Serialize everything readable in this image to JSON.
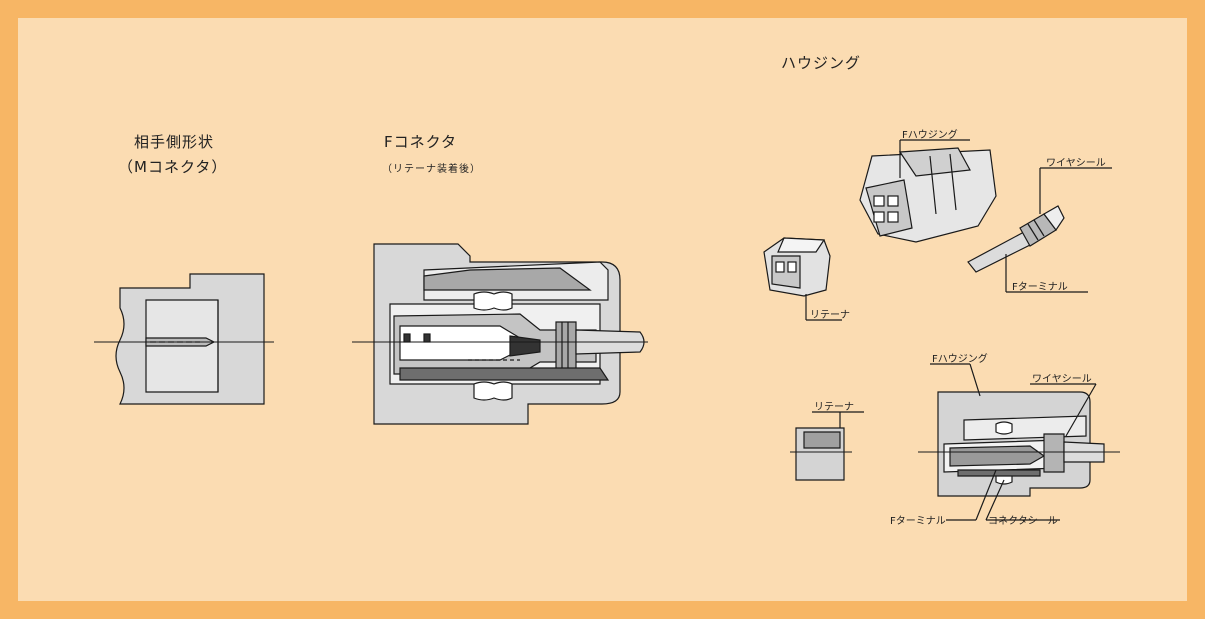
{
  "colors": {
    "frame": "#f7b665",
    "panel": "#fbdcb2",
    "body_gray": "#d8d8d8",
    "mid_gray": "#a8a8a8",
    "dark_gray": "#6e6e6e",
    "line": "#1a1a1a"
  },
  "headings": {
    "housing": "ハウジング",
    "mating_shape_1": "相手側形状",
    "mating_shape_2": "（Mコネクタ）",
    "f_connector": "Fコネクタ",
    "after_retainer": "（リテーナ装着後）"
  },
  "labels": {
    "f_housing_top": "Fハウジング",
    "wire_seal_top": "ワイヤシール",
    "retainer_top": "リテーナ",
    "f_terminal_top": "Fターミナル",
    "f_housing_bottom": "Fハウジング",
    "wire_seal_bottom": "ワイヤシール",
    "retainer_bottom": "リテーナ",
    "f_terminal_bottom": "Fターミナル",
    "connector_seal": "コネクタシール"
  }
}
